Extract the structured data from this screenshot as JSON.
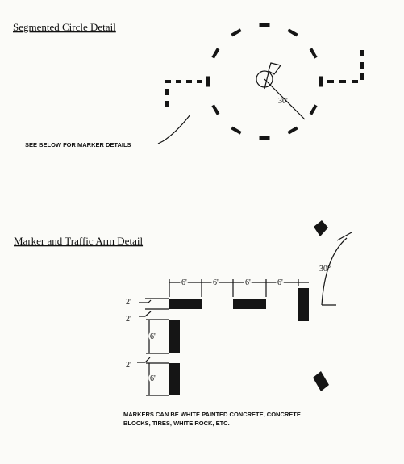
{
  "sections": {
    "segmented_circle": {
      "title": "Segmented Circle Detail",
      "note": "SEE BELOW FOR MARKER DETAILS",
      "angle_label": "30'"
    },
    "marker_traffic_arm": {
      "title": "Marker and Traffic Arm Detail",
      "angle_label": "30°",
      "spacing_labels": [
        "6'",
        "6'",
        "6'",
        "6'"
      ],
      "height_labels": [
        "2'",
        "2'",
        "2'"
      ],
      "vertical_labels": [
        "6'",
        "6'"
      ],
      "note_line1": "MARKERS CAN BE WHITE PAINTED CONCRETE,  CONCRETE",
      "note_line2": "BLOCKS, TIRES, WHITE ROCK, ETC."
    }
  },
  "icons": [
    "wind-cone-icon"
  ]
}
